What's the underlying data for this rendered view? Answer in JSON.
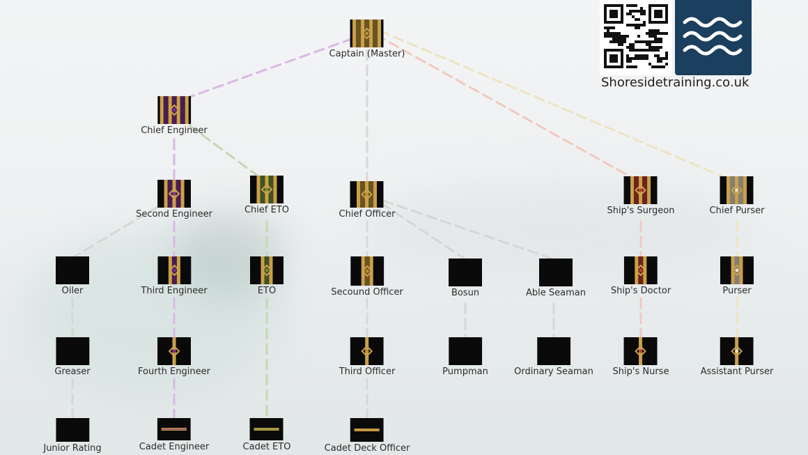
{
  "brand": {
    "url": "Shoresidetraining.co.uk",
    "logo_icon": "waves-icon",
    "qr_icon": "qr-code-icon"
  },
  "colors": {
    "epaulette_bg": "#0a0a0a",
    "gold": "#caa04a",
    "engineer": "#7b2d8e",
    "eto": "#6b8e3a",
    "deck": "#b89035",
    "medical": "#c0392b",
    "purser": "#e8e0c8",
    "line_engineer": "#d9b8e6",
    "line_eto": "#c5d8b4",
    "line_deck": "#d8d8d8",
    "line_medical": "#f2c8bd",
    "line_purser": "#eee4c0",
    "line_rating": "#d6d6d6"
  },
  "nodes": {
    "captain": {
      "label": "Captain (Master)",
      "icon": "four-stripe-epaulette-icon"
    },
    "chief_engineer": {
      "label": "Chief Engineer",
      "icon": "four-stripe-epaulette-icon"
    },
    "second_engineer": {
      "label": "Second Engineer",
      "icon": "three-stripe-epaulette-icon"
    },
    "chief_eto": {
      "label": "Chief ETO",
      "icon": "three-stripe-epaulette-icon"
    },
    "chief_officer": {
      "label": "Chief Officer",
      "icon": "three-stripe-epaulette-icon"
    },
    "ships_surgeon": {
      "label": "Ship's Surgeon",
      "icon": "three-stripe-epaulette-icon"
    },
    "chief_purser": {
      "label": "Chief Purser",
      "icon": "three-stripe-epaulette-icon"
    },
    "oiler": {
      "label": "Oiler",
      "icon": "plain-epaulette-icon"
    },
    "third_engineer": {
      "label": "Third Engineer",
      "icon": "two-stripe-epaulette-icon"
    },
    "eto": {
      "label": "ETO",
      "icon": "two-stripe-epaulette-icon"
    },
    "second_officer": {
      "label": "Secound Officer",
      "icon": "two-stripe-epaulette-icon"
    },
    "bosun": {
      "label": "Bosun",
      "icon": "plain-epaulette-icon"
    },
    "able_seaman": {
      "label": "Able Seaman",
      "icon": "plain-epaulette-icon"
    },
    "ships_doctor": {
      "label": "Ship's Doctor",
      "icon": "two-stripe-epaulette-icon"
    },
    "purser": {
      "label": "Purser",
      "icon": "two-stripe-epaulette-icon"
    },
    "greaser": {
      "label": "Greaser",
      "icon": "plain-epaulette-icon"
    },
    "fourth_engineer": {
      "label": "Fourth Engineer",
      "icon": "one-stripe-epaulette-icon"
    },
    "third_officer": {
      "label": "Third Officer",
      "icon": "one-stripe-epaulette-icon"
    },
    "pumpman": {
      "label": "Pumpman",
      "icon": "plain-epaulette-icon"
    },
    "ordinary_seaman": {
      "label": "Ordinary Seaman",
      "icon": "plain-epaulette-icon"
    },
    "ships_nurse": {
      "label": "Ship's Nurse",
      "icon": "one-stripe-epaulette-icon"
    },
    "assistant_purser": {
      "label": "Assistant Purser",
      "icon": "one-stripe-epaulette-icon"
    },
    "junior_rating": {
      "label": "Junior Rating",
      "icon": "plain-epaulette-icon"
    },
    "cadet_engineer": {
      "label": "Cadet Engineer",
      "icon": "cadet-epaulette-icon"
    },
    "cadet_eto": {
      "label": "Cadet ETO",
      "icon": "cadet-epaulette-icon"
    },
    "cadet_deck_officer": {
      "label": "Cadet Deck Officer",
      "icon": "cadet-epaulette-icon"
    }
  }
}
